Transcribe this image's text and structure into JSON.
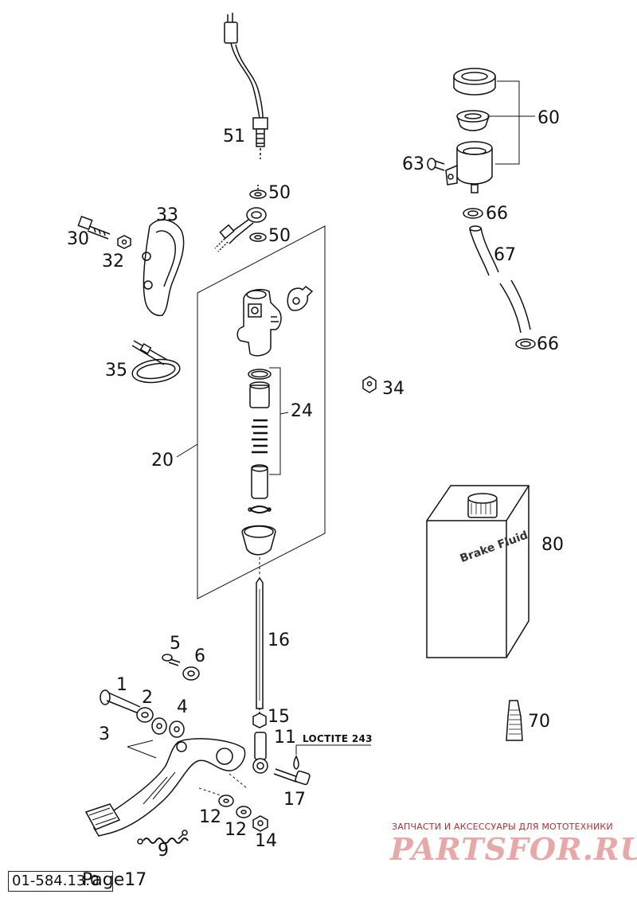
{
  "callouts": {
    "c51": "51",
    "c50a": "50",
    "c50b": "50",
    "c33": "33",
    "c30": "30",
    "c32": "32",
    "c35": "35",
    "c20": "20",
    "c24": "24",
    "c34": "34",
    "c60": "60",
    "c63": "63",
    "c66a": "66",
    "c67": "67",
    "c66b": "66",
    "c80": "80",
    "c16": "16",
    "c5": "5",
    "c6": "6",
    "c1": "1",
    "c2": "2",
    "c4": "4",
    "c3": "3",
    "c15": "15",
    "c11": "11",
    "c17": "17",
    "c12a": "12",
    "c12b": "12",
    "c14": "14",
    "c9": "9",
    "c70": "70"
  },
  "loctite_label": "LOCTITE 243",
  "bottle_label": "Brake Fluid",
  "footer": {
    "code": "01-584.13.0",
    "page": "Page17"
  },
  "watermark": {
    "tagline": "ЗАПЧАСТИ И АКСЕССУАРЫ ДЛЯ МОТОТЕХНИКИ",
    "logo": "PARTSFOR.RU"
  },
  "colors": {
    "ink": "#111111",
    "watermark_text": "#b03030",
    "watermark_logo": "#e8a8a8"
  }
}
